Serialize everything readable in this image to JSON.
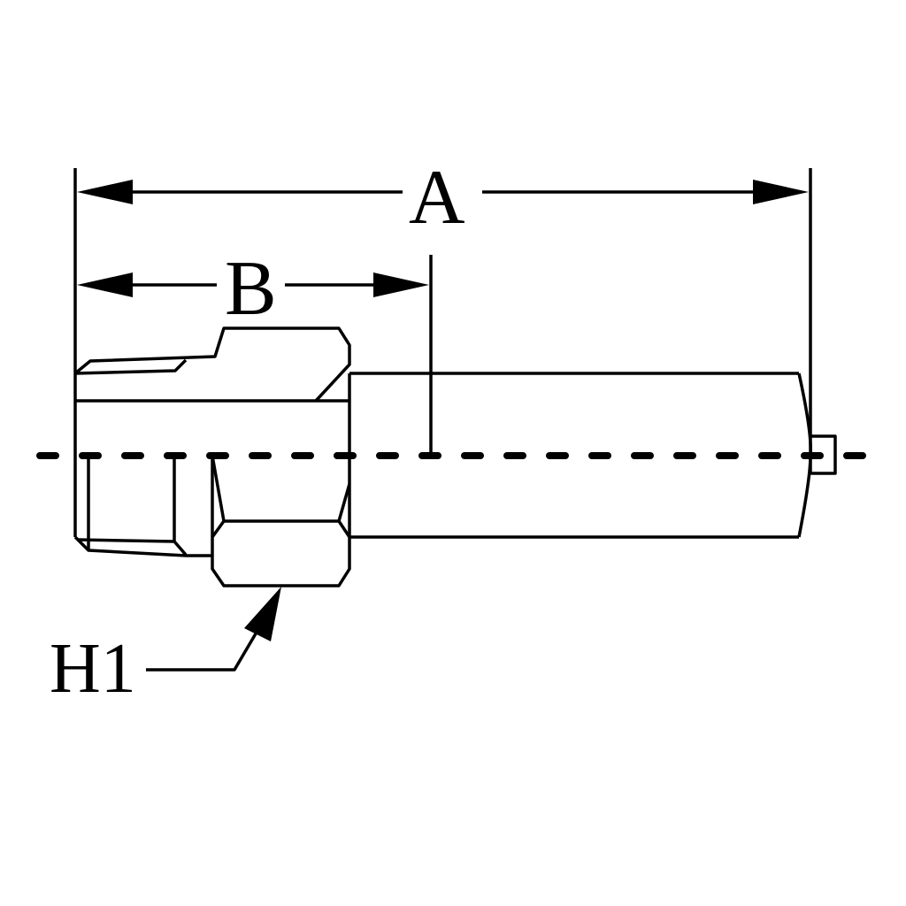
{
  "diagram": {
    "type": "fitting-dimension-drawing",
    "labels": {
      "overall_length": "A",
      "thread_length": "B",
      "hex_size": "H1"
    },
    "line_color": "#000000",
    "background": "#ffffff"
  }
}
